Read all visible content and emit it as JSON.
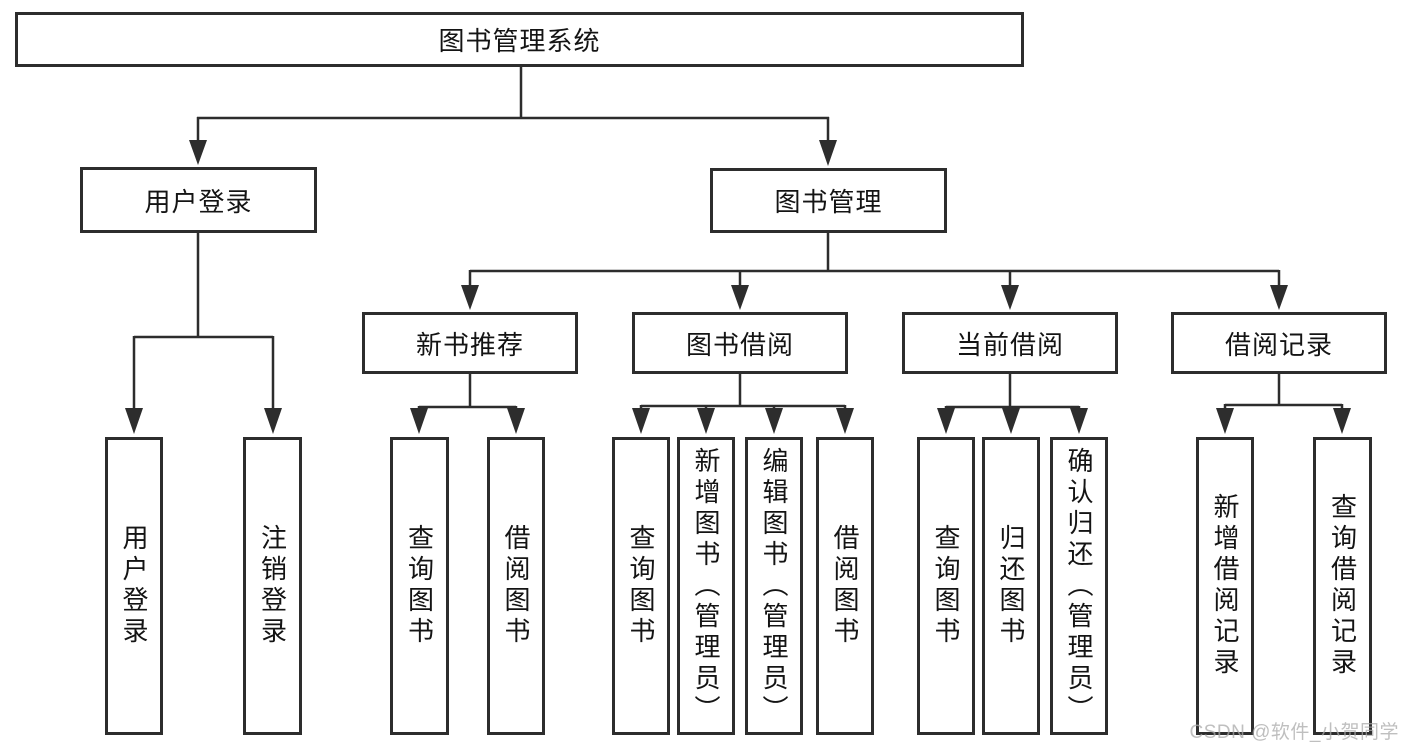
{
  "diagram": {
    "type": "tree",
    "root": {
      "label": "图书管理系统",
      "children": [
        {
          "label": "用户登录",
          "children": [
            {
              "label": "用户登录"
            },
            {
              "label": "注销登录"
            }
          ]
        },
        {
          "label": "图书管理",
          "children": [
            {
              "label": "新书推荐",
              "children": [
                {
                  "label": "查询图书"
                },
                {
                  "label": "借阅图书"
                }
              ]
            },
            {
              "label": "图书借阅",
              "children": [
                {
                  "label": "查询图书"
                },
                {
                  "label": "新增图书（管理员）"
                },
                {
                  "label": "编辑图书（管理员）"
                },
                {
                  "label": "借阅图书"
                }
              ]
            },
            {
              "label": "当前借阅",
              "children": [
                {
                  "label": "查询图书"
                },
                {
                  "label": "归还图书"
                },
                {
                  "label": "确认归还（管理员）"
                }
              ]
            },
            {
              "label": "借阅记录",
              "children": [
                {
                  "label": "新增借阅记录"
                },
                {
                  "label": "查询借阅记录"
                }
              ]
            }
          ]
        }
      ]
    }
  },
  "watermark": {
    "text": "CSDN @软件_小贺同学",
    "color": "#c3c3c3"
  },
  "style": {
    "line_color": "#2d2d2d",
    "box_border_color": "#2d2d2d",
    "box_fill": "#ffffff",
    "text_color": "#141414",
    "background": "#ffffff"
  }
}
